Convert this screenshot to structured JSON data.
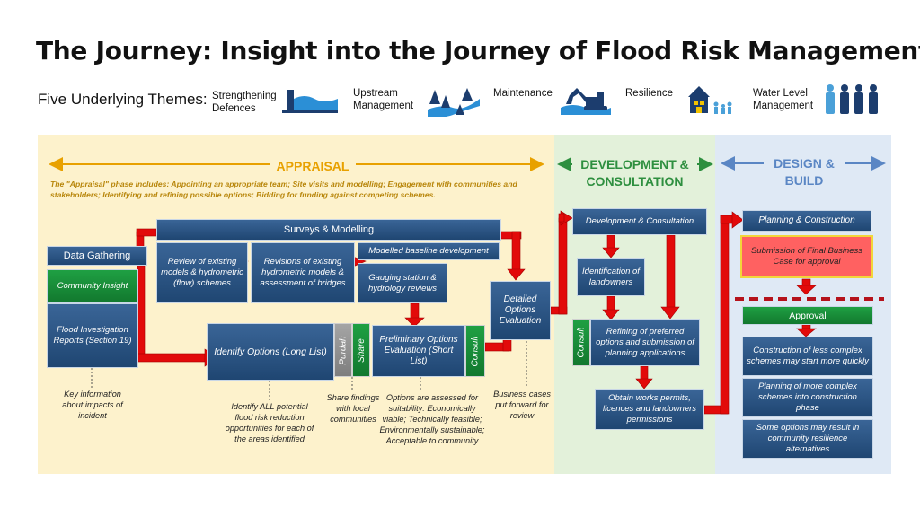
{
  "title": "The Journey: Insight into the Journey of Flood Risk Management",
  "themes": {
    "label": "Five Underlying Themes:",
    "items": [
      {
        "label": "Strengthening Defences",
        "icon": "defence-wall-icon"
      },
      {
        "label": "Upstream Management",
        "icon": "upstream-trees-icon"
      },
      {
        "label": "Maintenance",
        "icon": "excavator-icon"
      },
      {
        "label": "Resilience",
        "icon": "house-family-icon"
      },
      {
        "label": "Water Level Management",
        "icon": "people-icon"
      }
    ]
  },
  "colors": {
    "appraisal_bg": "#fdf2cc",
    "appraisal_accent": "#e8a100",
    "development_bg": "#e3f1da",
    "development_accent": "#2e8f3f",
    "design_bg": "#dfe9f5",
    "design_accent": "#5a86c4",
    "box_blue": "#2a5587",
    "box_green": "#17913a",
    "arrow_red": "#e20a0a"
  },
  "phases": {
    "appraisal": {
      "title": "APPRAISAL",
      "description": "The \"Appraisal\" phase includes: Appointing an appropriate team; Site visits and modelling; Engagement with communities and stakeholders;  Identifying and refining possible options; Bidding for funding against competing schemes."
    },
    "development": {
      "title_line1": "DEVELOPMENT &",
      "title_line2": "CONSULTATION"
    },
    "design": {
      "title_line1": "DESIGN &",
      "title_line2": "BUILD"
    }
  },
  "boxes": {
    "data_gathering": "Data Gathering",
    "community_insight": "Community Insight",
    "flood_reports": "Flood Investigation Reports (Section 19)",
    "surveys": "Surveys & Modelling",
    "review_models": "Review of existing models & hydrometric (flow) schemes",
    "revisions": "Revisions of existing hydrometric models & assessment of bridges",
    "baseline": "Modelled baseline development",
    "gauging": "Gauging station & hydrology reviews",
    "identify_options": "Identify Options (Long List)",
    "purdah": "Purdah",
    "share": "Share",
    "preliminary": "Preliminary Options Evaluation (Short List)",
    "consult1": "Consult",
    "detailed": "Detailed Options Evaluation",
    "dev_consult": "Development & Consultation",
    "landowners": "Identification of landowners",
    "consult2": "Consult",
    "refining": "Refining of preferred options and submission of planning applications",
    "permits": "Obtain works permits, licences and landowners permissions",
    "planning": "Planning & Construction",
    "final_case": "Submission of Final Business Case for approval",
    "approval": "Approval",
    "less_complex": "Construction of less complex schemes may start more quickly",
    "more_complex": "Planning of more complex schemes into construction phase",
    "resilience_alt": "Some options may result in community resilience alternatives"
  },
  "notes": {
    "key_info": "Key information about impacts of incident",
    "identify_all": "Identify ALL potential flood risk reduction opportunities for each of the areas identified",
    "share_findings": "Share findings with local communities",
    "options_assessed": "Options are assessed for suitability: Economically viable; Technically feasible; Environmentally sustainable; Acceptable to community",
    "business_cases": "Business cases put forward for review"
  }
}
